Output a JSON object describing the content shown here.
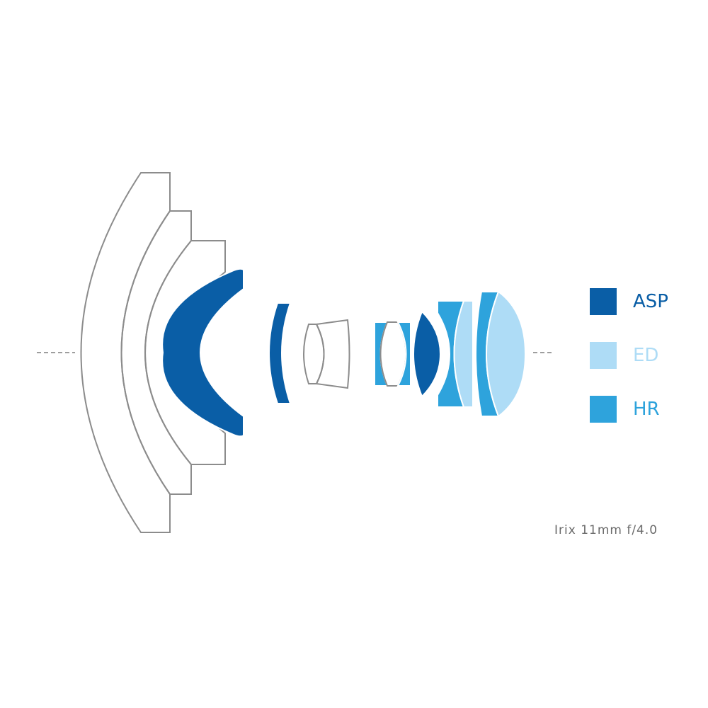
{
  "colors": {
    "asp": "#0a5ea6",
    "ed": "#aedcf6",
    "hr": "#2ea3dc",
    "outline": "#8c8c8c",
    "axis": "#7f7f7f",
    "caption": "#6a6a6a",
    "background": "#ffffff"
  },
  "legend": [
    {
      "key": "asp",
      "label": "ASP",
      "color": "#0a5ea6",
      "text_color": "#0a5ea6"
    },
    {
      "key": "ed",
      "label": "ED",
      "color": "#aedcf6",
      "text_color": "#aedcf6"
    },
    {
      "key": "hr",
      "label": "HR",
      "color": "#2ea3dc",
      "text_color": "#2ea3dc"
    }
  ],
  "caption": "Irix 11mm f/4.0",
  "elements": [
    {
      "group": 1,
      "type": "standard"
    },
    {
      "group": 1,
      "type": "standard"
    },
    {
      "group": 1,
      "type": "standard"
    },
    {
      "group": 1,
      "type": "ASP"
    },
    {
      "group": 2,
      "type": "ASP"
    },
    {
      "group": 3,
      "type": "standard"
    },
    {
      "group": 3,
      "type": "standard"
    },
    {
      "group": 4,
      "type": "HR"
    },
    {
      "group": 4,
      "type": "standard"
    },
    {
      "group": 4,
      "type": "HR"
    },
    {
      "group": 5,
      "type": "ASP"
    },
    {
      "group": 5,
      "type": "HR"
    },
    {
      "group": 5,
      "type": "ED"
    },
    {
      "group": 6,
      "type": "HR"
    },
    {
      "group": 6,
      "type": "ED"
    }
  ]
}
